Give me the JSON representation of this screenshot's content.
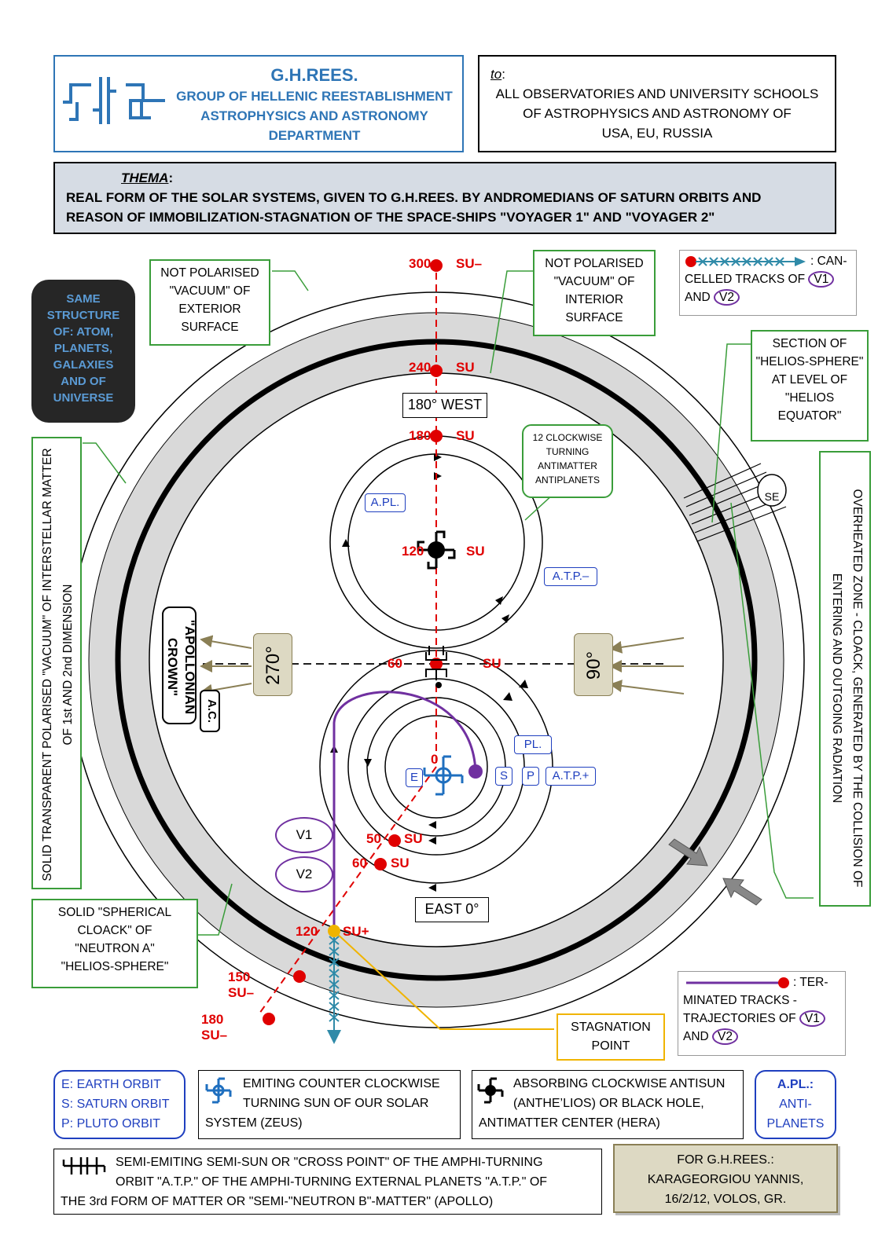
{
  "header": {
    "org_name": "G.H.REES.",
    "org_line1": "GROUP OF HELLENIC REESTABLISHMENT",
    "org_line2": "ASTROPHYSICS AND ASTRONOMY",
    "org_line3": "DEPARTMENT",
    "to_label": "to",
    "to_line1": "ALL OBSERVATORIES AND UNIVERSITY SCHOOLS",
    "to_line2": "OF ASTROPHYSICS AND ASTRONOMY  OF",
    "to_line3": "USA, EU, RUSSIA"
  },
  "thema": {
    "label": "THEMA",
    "line1": "REAL FORM OF THE SOLAR SYSTEMS, GIVEN TO G.H.REES. BY ANDROMEDIANS OF SATURN ORBITS AND",
    "line2": "REASON OF IMMOBILIZATION-STAGNATION OF THE SPACE-SHIPS \"VOYAGER 1\" AND \"VOYAGER 2\""
  },
  "callouts": {
    "same_structure": [
      "SAME",
      "STRUCTURE",
      "OF: ATOM,",
      "PLANETS,",
      "GALAXIES",
      "AND OF",
      "UNIVERSE"
    ],
    "not_polarised_exterior": [
      "NOT POLARISED",
      "\"VACUUM\" OF",
      "EXTERIOR",
      "SURFACE"
    ],
    "not_polarised_interior": [
      "NOT POLARISED",
      "\"VACUUM\" OF",
      "INTERIOR",
      "SURFACE"
    ],
    "section_of": [
      "SECTION OF",
      "\"HELIOS-SPHERE\"",
      "AT LEVEL OF",
      "\"HELIOS",
      "EQUATOR\""
    ],
    "solid_cloack": [
      "SOLID \"SPHERICAL",
      "CLOACK\" OF",
      "\"NEUTRON A\"",
      "\"HELIOS-SPHERE\""
    ],
    "stagnation_point": [
      "STAGNATION",
      "POINT"
    ],
    "clockwise_antimatter": [
      "12 CLOCKWISE",
      "TURNING",
      "ANTIMATTER",
      "ANTIPLANETS"
    ],
    "solid_transparent": [
      "SOLID TRANSPARENT  POLARISED \"VACUUM\" OF INTERSTELLAR MATTER",
      "OF 1st AND 2nd DIMENSION"
    ],
    "overheated_zone": [
      "OVERHEATED ZONE - CLOACK, GENERATED  BY THE COLLISION OF",
      "ENTERING AND OUTGOING RADIATION"
    ],
    "apollonian_crown": [
      "\"APOLLONIAN",
      "CROWN\""
    ],
    "ac": "A.C."
  },
  "legend_tracks": {
    "cancelled": ": CAN-",
    "cancelled_2": "CELLED TRACKS OF",
    "and": "AND",
    "terminated": ": TER-",
    "terminated_2": "MINATED TRACKS  -",
    "terminated_3": "TRAJECTORIES OF",
    "v1": "V1",
    "v2": "V2"
  },
  "diagram_labels": {
    "su_300": "300",
    "su_240": "240",
    "su_180": "180",
    "su_120": "120",
    "su_60": "60",
    "su_0": "0",
    "su_50": "50",
    "su_60b": "60",
    "su_120b": "120",
    "su_150": "150 SU–",
    "su_180b": "180 SU–",
    "su_minus": "SU–",
    "su": "SU",
    "su_plus": "SU+",
    "west": "180° WEST",
    "east": "EAST 0°",
    "deg270": "270°",
    "deg90": "90°",
    "apl": "A.PL.",
    "atp_minus": "A.T.P.–",
    "atp_plus": "A.T.P.+",
    "pl": "PL.",
    "e": "E",
    "s": "S",
    "p": "P",
    "se": "SE",
    "v1": "V1",
    "v2": "V2"
  },
  "legend": {
    "orbits_e": "E: EARTH ORBIT",
    "orbits_s": "S: SATURN ORBIT",
    "orbits_p": "P: PLUTO ORBIT",
    "emiting_1": "EMITING COUNTER CLOCKWISE",
    "emiting_2": "TURNING SUN OF OUR SOLAR",
    "emiting_3": "SYSTEM (ZEUS)",
    "absorbing_1": "ABSORBING CLOCKWISE ANTISUN",
    "absorbing_2": "(ANTHE’LIOS) OR BLACK HOLE,",
    "absorbing_3": "ANTIMATTER CENTER (HERA)",
    "apl_1": "A.PL.:",
    "apl_2": "ANTI-",
    "apl_3": "PLANETS",
    "semi_1": "SEMI-EMITING SEMI-SUN OR \"CROSS POINT\" OF THE AMPHI-TURNING",
    "semi_2": "ORBIT \"A.T.P.\" OF THE AMPHI-TURNING EXTERNAL PLANETS \"A.T.P.\" OF",
    "semi_3": "THE 3rd FORM OF MATTER OR \"SEMI-\"NEUTRON B\"-MATTER\" (APOLLO)",
    "sign_1": "FOR G.H.REES.:",
    "sign_2": "KARAGEORGIOU YANNIS,",
    "sign_3": "16/2/12, VOLOS, GR."
  },
  "colors": {
    "blue": "#2e75b6",
    "red": "#e00000",
    "purple": "#7030a0",
    "green": "#3a9d3a",
    "teal": "#2f8aa8",
    "gold": "#f0b400",
    "gray_band": "#d9d9d9",
    "olive": "#8a7f55",
    "beige": "#ddd9c3"
  }
}
